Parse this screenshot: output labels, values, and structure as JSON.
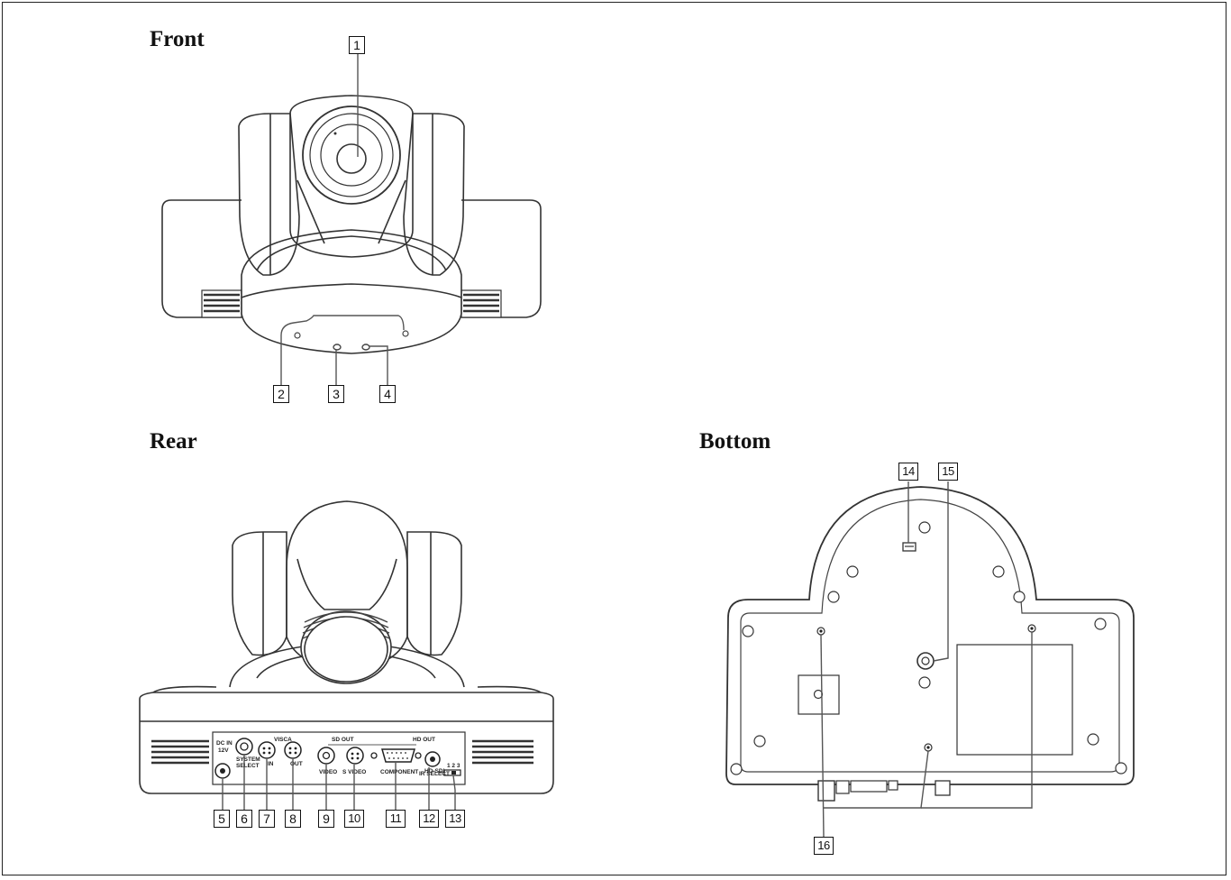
{
  "headings": {
    "front": "Front",
    "rear": "Rear",
    "bottom": "Bottom"
  },
  "callouts": [
    "1",
    "2",
    "3",
    "4",
    "5",
    "6",
    "7",
    "8",
    "9",
    "10",
    "11",
    "12",
    "13",
    "14",
    "15",
    "16"
  ],
  "rear_panel_labels": {
    "dc_in": "DC IN",
    "dc_12v": "12V",
    "system": "SYSTEM",
    "select": "SELECT",
    "visca": "VISCA",
    "visca_in": "IN",
    "visca_out": "OUT",
    "sd_out": "SD OUT",
    "video": "VIDEO",
    "s_video": "S VIDEO",
    "hd_out": "HD OUT",
    "component": "COMPONENT",
    "hd_sdi": "HD-SDI",
    "ir_select_numbers": "1 2 3",
    "ir_select": "IR SELECT"
  }
}
